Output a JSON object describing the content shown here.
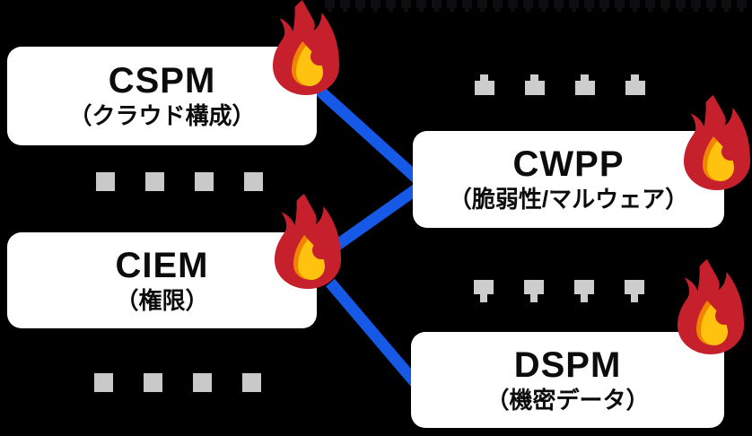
{
  "diagram": {
    "background_color": "#000000",
    "connector_color": "#1559E6",
    "decor_color": "#C9C9C9",
    "flame_colors": {
      "outer": "#C5202C",
      "mid": "#F08300",
      "core": "#FFC20E"
    },
    "cards": [
      {
        "title": "CSPM",
        "subtitle": "（クラウド構成）"
      },
      {
        "title": "CWPP",
        "subtitle": "（脆弱性/マルウェア）"
      },
      {
        "title": "CIEM",
        "subtitle": "（権限）"
      },
      {
        "title": "DSPM",
        "subtitle": "（機密データ）"
      }
    ],
    "connections": [
      {
        "from": "CSPM",
        "to": "CWPP"
      },
      {
        "from": "CIEM",
        "to": "CWPP"
      },
      {
        "from": "CIEM",
        "to": "DSPM"
      }
    ],
    "decor": {
      "squares_per_row": 4,
      "plugs_per_row": 4,
      "top_tick_count": 28
    }
  }
}
